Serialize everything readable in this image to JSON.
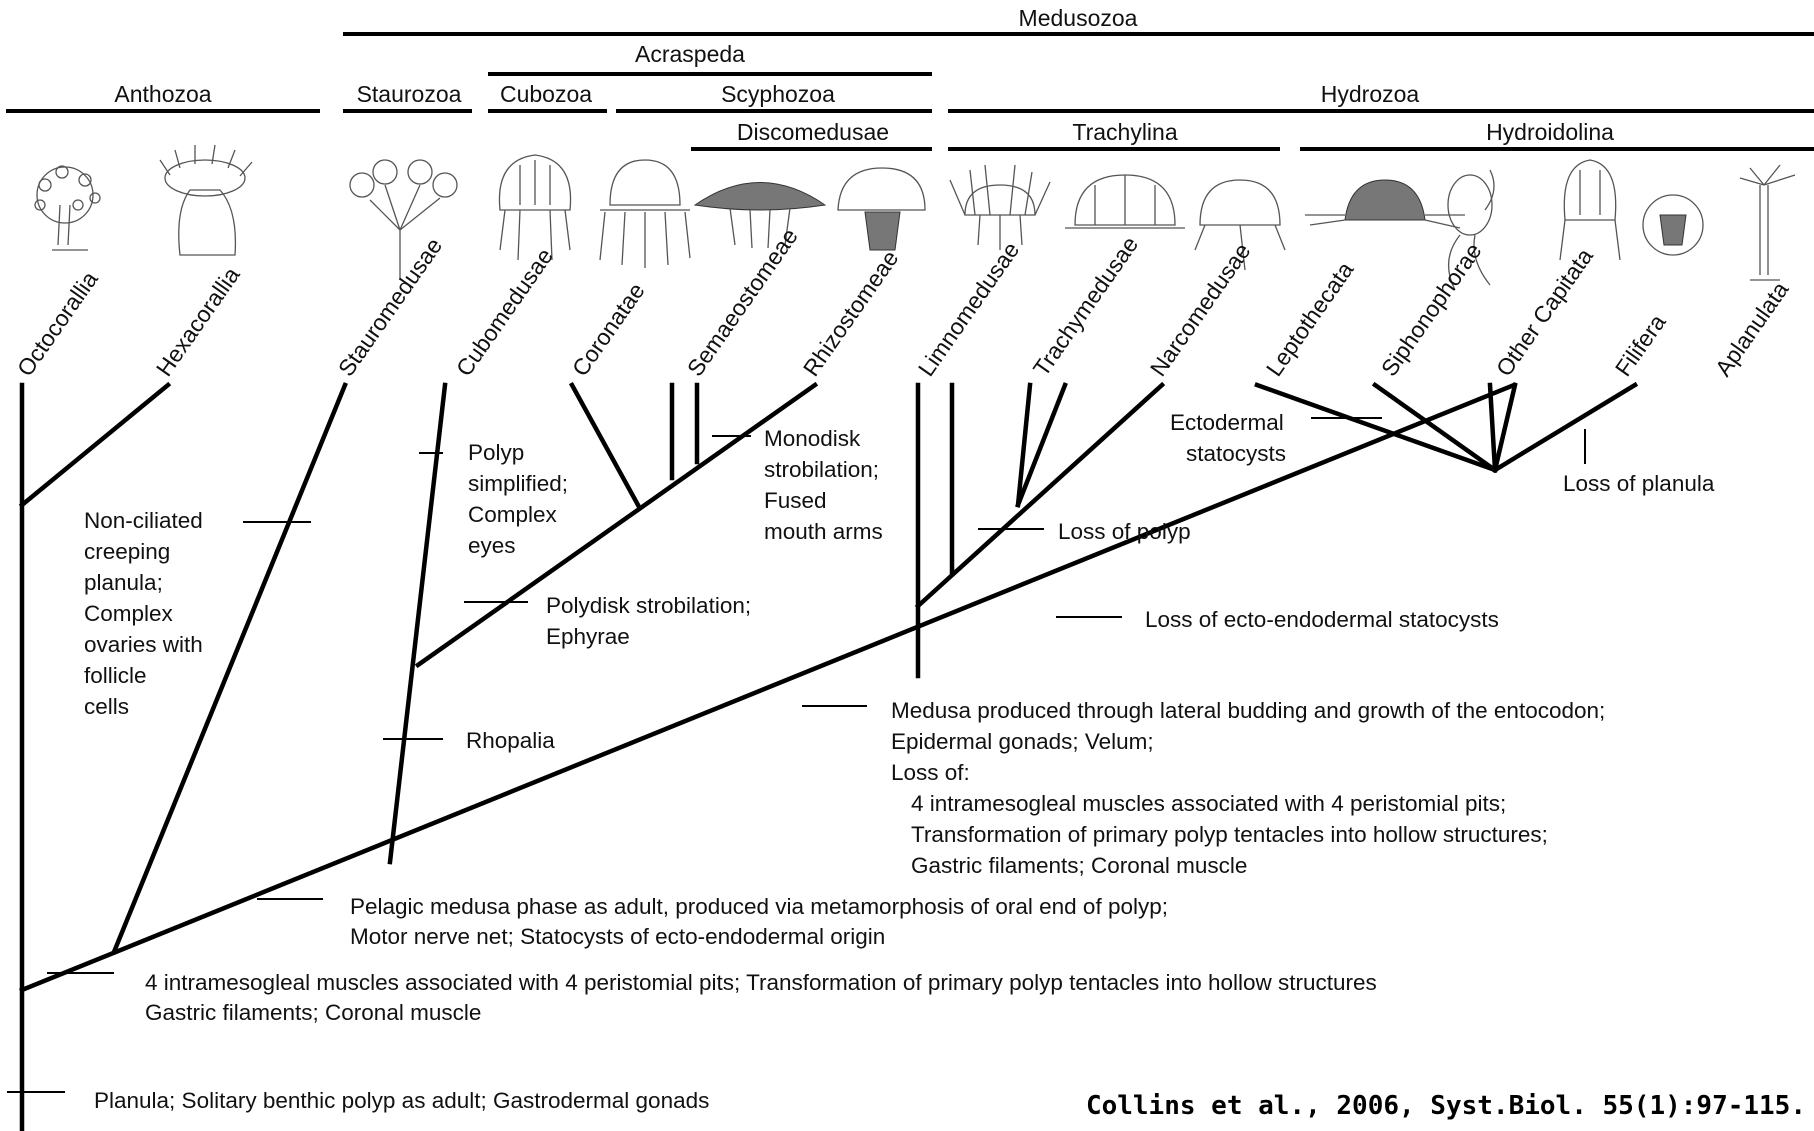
{
  "groups": {
    "medusozoa": "Medusozoa",
    "acraspeda": "Acraspeda",
    "anthozoa": "Anthozoa",
    "staurozoa": "Staurozoa",
    "cubozoa": "Cubozoa",
    "scyphozoa": "Scyphozoa",
    "hydrozoa": "Hydrozoa",
    "discomedusae": "Discomedusae",
    "trachylina": "Trachylina",
    "hydroidolina": "Hydroidolina"
  },
  "taxa": [
    "Octocorallia",
    "Hexacorallia",
    "Stauromedusae",
    "Cubomedusae",
    "Coronatae",
    "Semaeostomeae",
    "Rhizostomeae",
    "Limnomedusae",
    "Trachymedusae",
    "Narcomedusae",
    "Leptothecata",
    "Siphonophorae",
    "Other Capitata",
    "Filifera",
    "Aplanulata"
  ],
  "characters": {
    "planula": "Planula; Solitary benthic polyp as adult; Gastrodermal gonads",
    "intramesogleal": [
      "4 intramesogleal muscles associated with 4 peristomial pits; Transformation of primary polyp tentacles into hollow structures",
      "Gastric filaments; Coronal muscle"
    ],
    "pelagic": [
      "Pelagic medusa phase as adult, produced via metamorphosis of oral end of polyp;",
      "Motor nerve net; Statocysts of ecto-endodermal origin"
    ],
    "anthozoa": [
      "Non-ciliated",
      "creeping",
      "planula;",
      "Complex",
      "ovaries with",
      "follicle",
      "cells"
    ],
    "rhopalia": "Rhopalia",
    "cubo": [
      "Polyp",
      "simplified;",
      "Complex",
      "eyes"
    ],
    "polydisk": [
      "Polydisk strobilation;",
      "Ephyrae"
    ],
    "monodisk": [
      "Monodisk",
      "strobilation;",
      "Fused",
      "mouth arms"
    ],
    "hydrozoa": [
      "Medusa produced through lateral budding and growth of the entocodon;",
      "Epidermal gonads; Velum;",
      "Loss of:",
      "4 intramesogleal muscles associated with 4 peristomial pits;",
      "Transformation of primary polyp tentacles into hollow structures;",
      "Gastric filaments; Coronal muscle"
    ],
    "statocysts_loss": "Loss of ecto-endodermal statocysts",
    "polyp_loss": "Loss of polyp",
    "ectodermal": [
      "Ectodermal",
      "statocysts"
    ],
    "planula_loss": "Loss of planula"
  },
  "citation": "Collins et al., 2006, Syst.Biol. 55(1):97-115."
}
